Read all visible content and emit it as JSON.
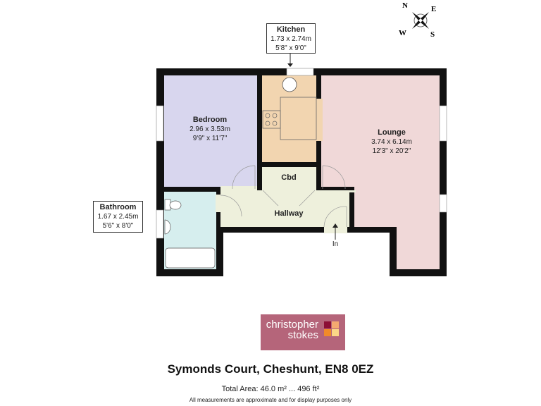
{
  "plan": {
    "rooms": [
      {
        "name": "Bedroom",
        "metric": "2.96 x 3.53m",
        "imperial": "9'9\" x 11'7\""
      },
      {
        "name": "Kitchen",
        "metric": "1.73 x 2.74m",
        "imperial": "5'8\" x 9'0\""
      },
      {
        "name": "Lounge",
        "metric": "3.74 x 6.14m",
        "imperial": "12'3\" x 20'2\""
      },
      {
        "name": "Bathroom",
        "metric": "1.67 x 2.45m",
        "imperial": "5'6\" x 8'0\""
      },
      {
        "name": "Cbd"
      },
      {
        "name": "Hallway"
      }
    ],
    "entrance_label": "In",
    "compass": {
      "n": "N",
      "e": "E",
      "s": "S",
      "w": "W"
    },
    "colors": {
      "bedroom": "#d8d6ee",
      "kitchen": "#f2d5b0",
      "lounge": "#f0d8d8",
      "bathroom": "#d6eeee",
      "hallway": "#eef0dc",
      "wall": "#111111"
    }
  },
  "logo": {
    "line1": "christopher",
    "line2": "stokes",
    "bg": "#b5657a"
  },
  "footer": {
    "title": "Symonds Court, Cheshunt, EN8 0EZ",
    "total_area": "Total Area: 46.0 m² ... 496 ft²",
    "disclaimer": "All measurements are approximate and for display purposes only"
  }
}
